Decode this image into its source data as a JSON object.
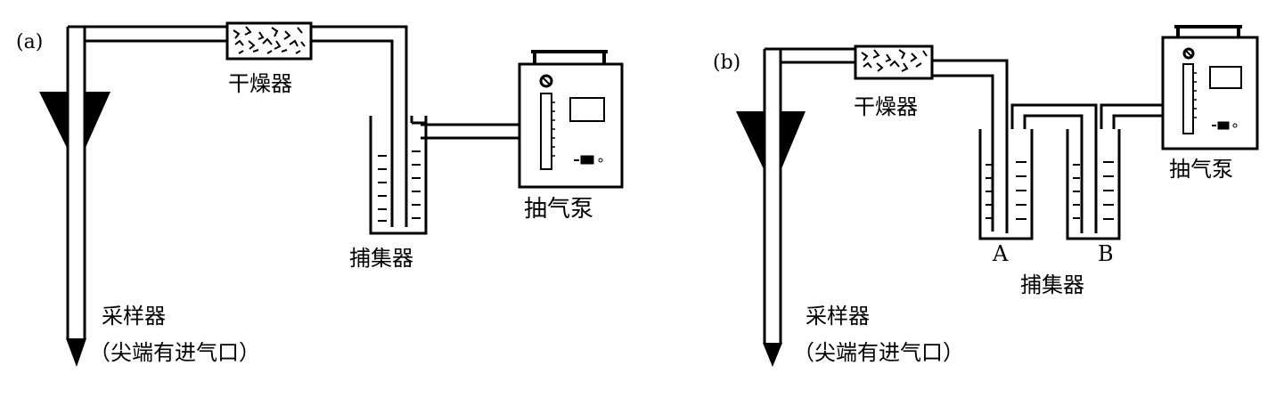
{
  "panel_a": {
    "tag": "(a)",
    "dryer": "干燥器",
    "collector": "捕集器",
    "pump": "抽气泵",
    "sampler": "采样器",
    "sampler_note": "（尖端有进气口）"
  },
  "panel_b": {
    "tag": "(b)",
    "dryer": "干燥器",
    "collector": "捕集器",
    "collector_a": "A",
    "collector_b": "B",
    "pump": "抽气泵",
    "sampler": "采样器",
    "sampler_note": "（尖端有进气口）"
  },
  "colors": {
    "ink": "#000000",
    "paper": "#ffffff"
  }
}
